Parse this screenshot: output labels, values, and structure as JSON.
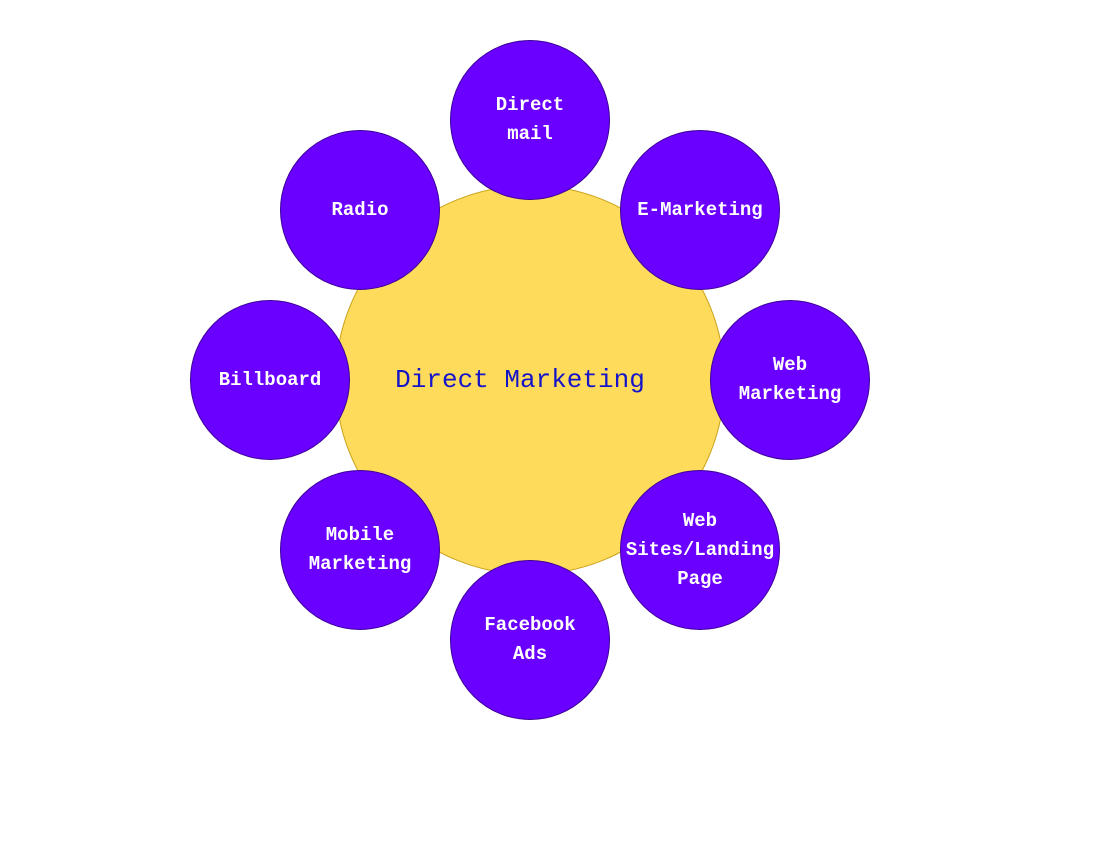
{
  "diagram": {
    "center": {
      "label": "Direct Marketing",
      "fill_color": "#ffdb5c",
      "text_color": "#1414c8"
    },
    "node_fill_color": "#6a00ff",
    "node_text_color": "#ffffff",
    "nodes": [
      {
        "label": "Direct\nmail"
      },
      {
        "label": "E-Marketing"
      },
      {
        "label": "Web\nMarketing"
      },
      {
        "label": "Web\nSites/Landing\nPage"
      },
      {
        "label": "Facebook\nAds"
      },
      {
        "label": "Mobile\nMarketing"
      },
      {
        "label": "Billboard"
      },
      {
        "label": "Radio"
      }
    ]
  }
}
